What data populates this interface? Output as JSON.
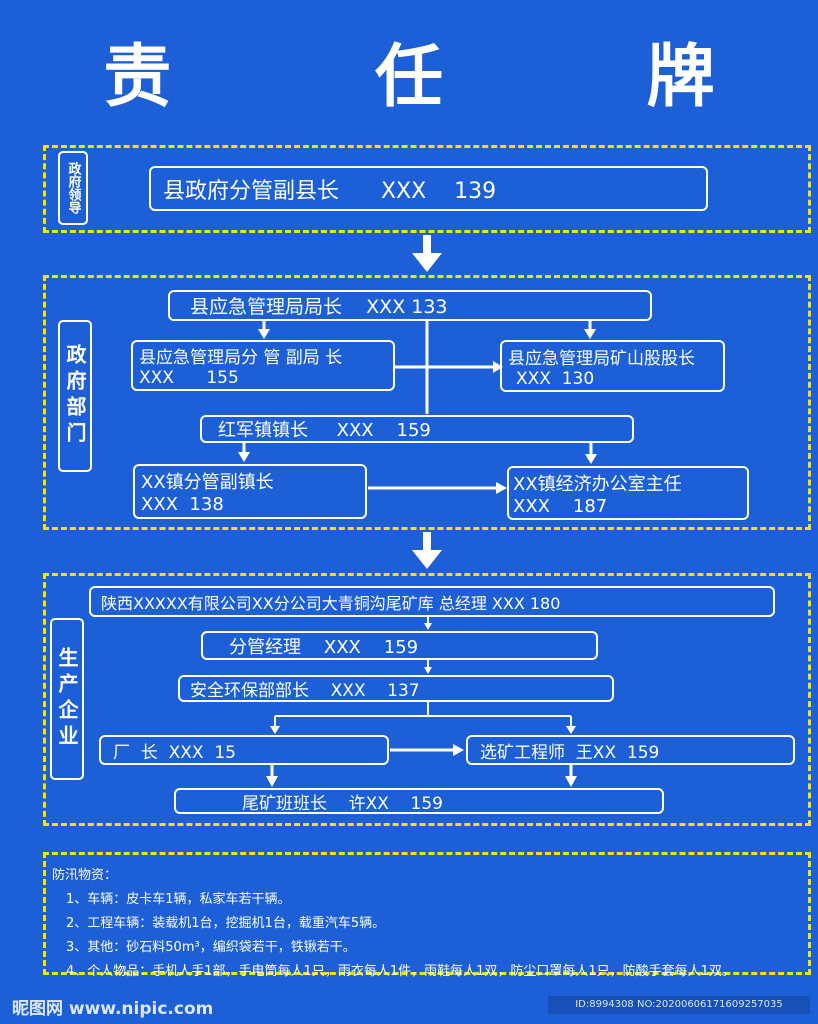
{
  "title": "责 任 牌",
  "gov_leader": {
    "label": "政府领导",
    "box": "县政府分管副县长      XXX    139"
  },
  "gov_dept": {
    "label": "政府部门",
    "director": "县应急管理局局长    XXX 133",
    "deputy_line1": "县应急管理局分 管 副局 长",
    "deputy_line2": "XXX      155",
    "mine_chief_line1": "县应急管理局矿山股股长",
    "mine_chief_line2": "XXX  130",
    "town_head": "红军镇镇长     XXX    159",
    "town_deputy_line1": "XX镇分管副镇长",
    "town_deputy_line2": "XXX  138",
    "town_office_line1": "XX镇经济办公室主任",
    "town_office_line2": "XXX    187"
  },
  "enterprise": {
    "label": "生产企业",
    "gm": "陕西XXXXX有限公司XX分公司大青铜沟尾矿库 总经理 XXX 180",
    "manager": "分管经理    XXX    159",
    "safety": "安全环保部部长    XXX    137",
    "factory_head": "厂  长  XXX  15",
    "engineer": "选矿工程师  王XX  159",
    "team_leader": "尾矿班班长    许XX    159"
  },
  "notes": {
    "heading": "防汛物资：",
    "items": [
      "1、车辆：皮卡车1辆，私家车若干辆。",
      "2、工程车辆：装载机1台，挖掘机1台，载重汽车5辆。",
      "3、其他：砂石料50m³，编织袋若干，铁锹若干。",
      "4、个人物品：手机人手1部，手电筒每人1只，雨衣每人1件，雨鞋每人1双，防尘口罩每人1只，防酸手套每人1双。"
    ]
  },
  "watermark": {
    "left": "昵图网 www.nipic.com",
    "right": "ID:8994308 NO:20200606171609257035"
  },
  "colors": {
    "background": "#1c5fd6",
    "dashed_border": "#f2e600",
    "text": "#ffffff"
  }
}
